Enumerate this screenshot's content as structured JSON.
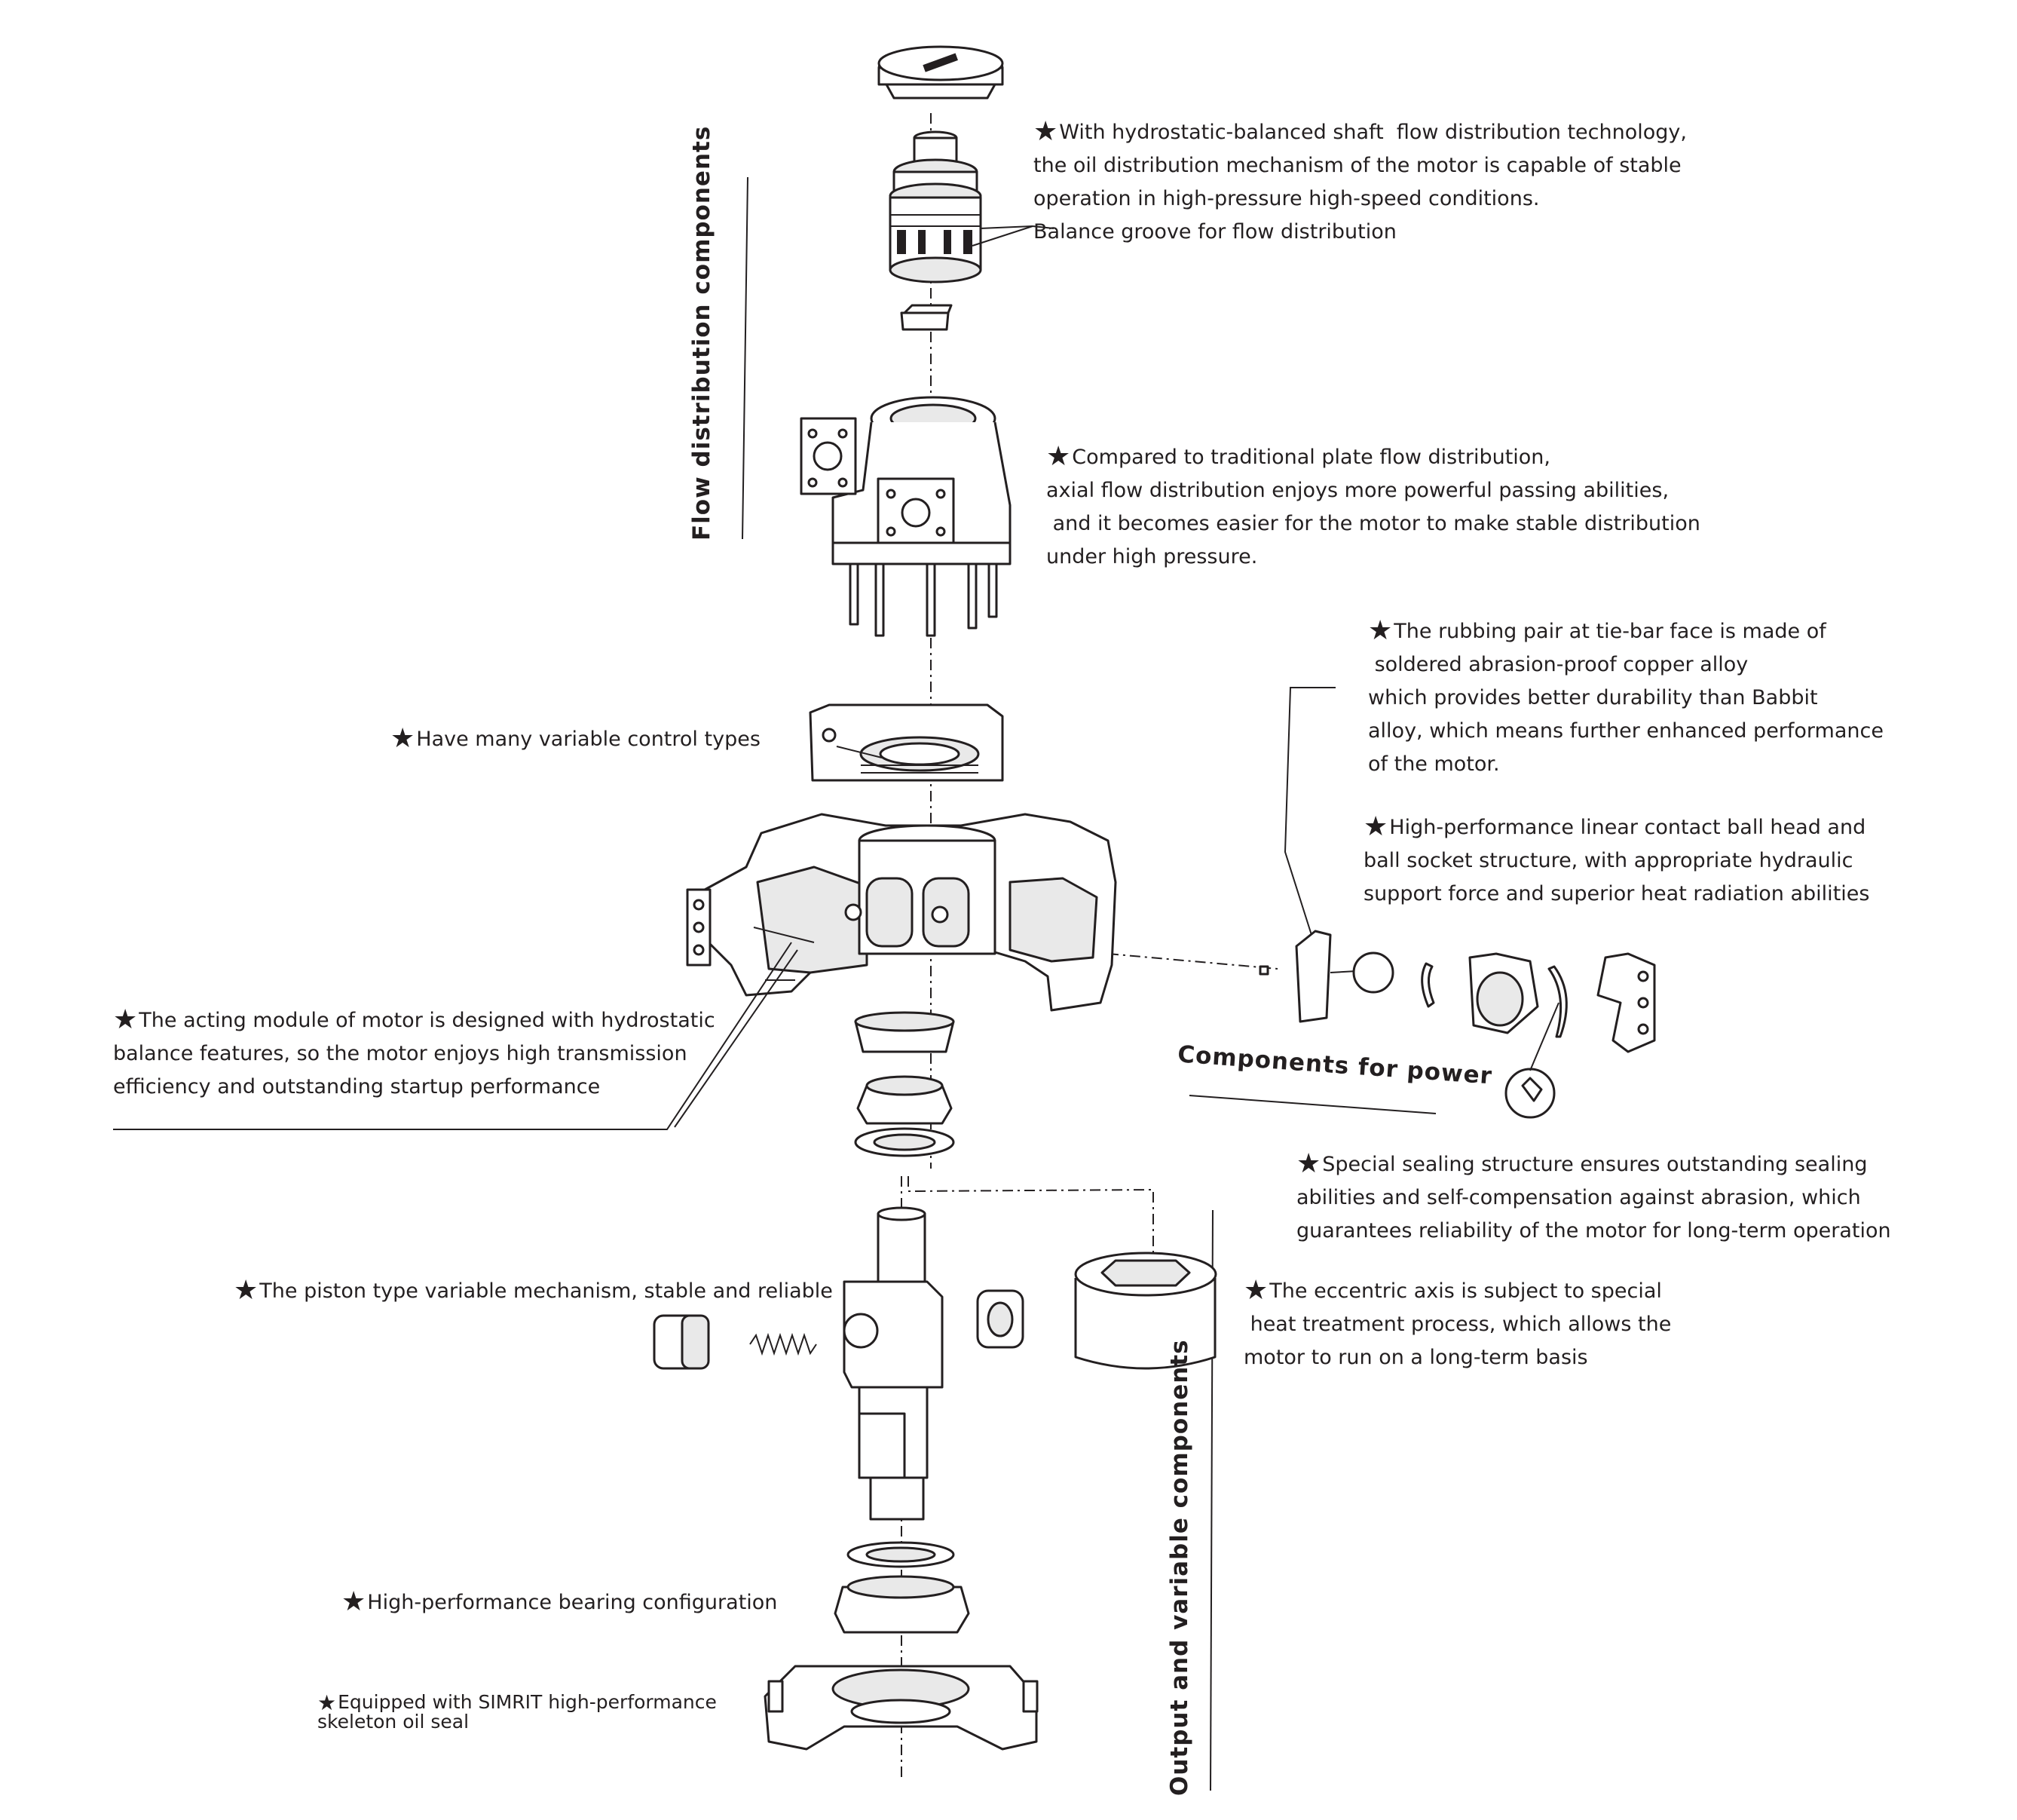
{
  "star": "★",
  "sections": {
    "flow": "Flow distribution components",
    "output": "Output and variable components",
    "power": "Components for power"
  },
  "notes": {
    "shaft": [
      "With hydrostatic-balanced shaft  flow distribution technology,",
      "the oil distribution mechanism of the motor is capable of stable",
      "operation in high-pressure high-speed conditions.",
      "Balance groove for flow distribution"
    ],
    "axial": [
      "Compared to traditional plate flow distribution,",
      "axial flow distribution enjoys more powerful passing abilities,",
      " and it becomes easier for the motor to make stable distribution",
      "under high pressure."
    ],
    "rubbing": [
      "The rubbing pair at tie-bar face is made of",
      " soldered abrasion-proof copper alloy",
      "which provides better durability than Babbit",
      "alloy, which means further enhanced performance",
      "of the motor."
    ],
    "ball": [
      "High-performance linear contact ball head and",
      "ball socket structure, with appropriate hydraulic",
      "support force and superior heat radiation abilities"
    ],
    "variable": "Have many variable control types",
    "acting": [
      "The acting module of motor is designed with hydrostatic",
      "balance features, so the motor enjoys high transmission",
      "efficiency and outstanding startup performance"
    ],
    "sealing": [
      "Special sealing structure ensures outstanding sealing",
      "abilities and self-compensation against abrasion, which",
      "guarantees reliability of the motor for long-term operation"
    ],
    "eccentric": [
      "The eccentric axis is subject to special",
      " heat treatment process, which allows the",
      "motor to run on a long-term basis"
    ],
    "piston": "The piston type variable mechanism, stable and reliable",
    "bearing": "High-performance bearing configuration",
    "seal": [
      "Equipped with SIMRIT high-performance",
      "skeleton oil seal"
    ]
  }
}
